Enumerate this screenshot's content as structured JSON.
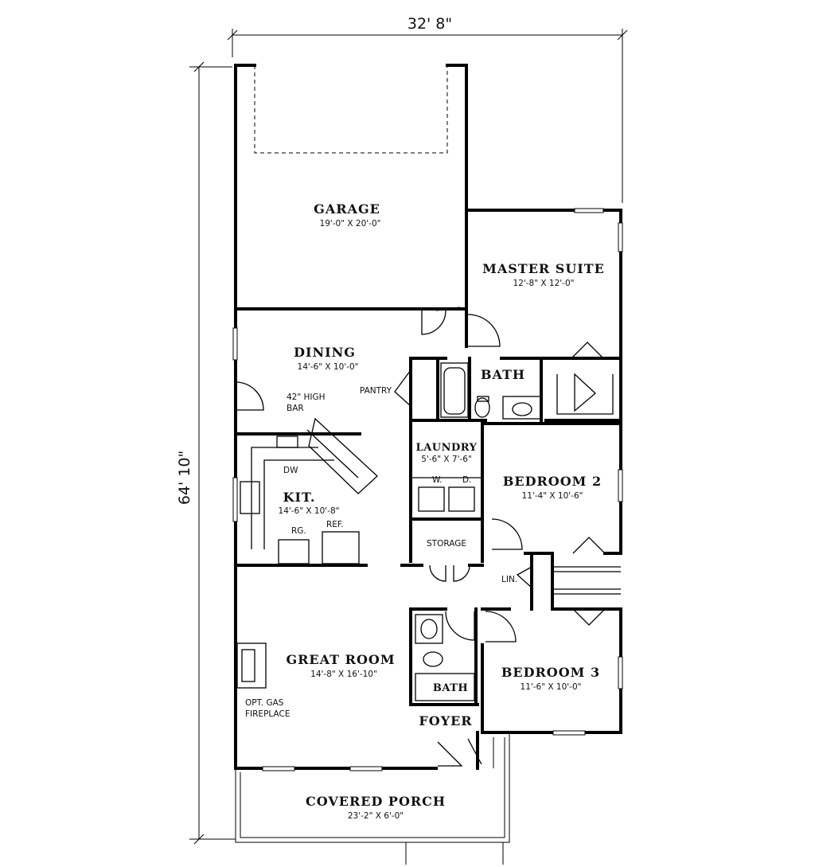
{
  "overall_dimensions": {
    "width": "32' 8\"",
    "depth": "64' 10\""
  },
  "rooms": {
    "garage": {
      "name": "GARAGE",
      "size": "19'-0\" X 20'-0\""
    },
    "master_suite": {
      "name": "MASTER SUITE",
      "size": "12'-8\" X 12'-0\""
    },
    "dining": {
      "name": "DINING",
      "size": "14'-6\" X 10'-0\""
    },
    "master_bath": {
      "name": "BATH"
    },
    "kitchen": {
      "name": "KIT.",
      "size": "14'-6\" X 10'-8\""
    },
    "laundry": {
      "name": "LAUNDRY",
      "size": "5'-6\" X 7'-6\""
    },
    "bedroom2": {
      "name": "BEDROOM 2",
      "size": "11'-4\" X 10'-6\""
    },
    "storage": {
      "name": "STORAGE"
    },
    "great_room": {
      "name": "GREAT ROOM",
      "size": "14'-8\" X 16'-10\""
    },
    "bath2": {
      "name": "BATH"
    },
    "bedroom3": {
      "name": "BEDROOM 3",
      "size": "11'-6\" X 10'-0\""
    },
    "foyer": {
      "name": "FOYER"
    },
    "covered_porch": {
      "name": "COVERED PORCH",
      "size": "23'-2\" X 6'-0\""
    }
  },
  "labels": {
    "pantry": "PANTRY",
    "bar_line1": "42\" HIGH",
    "bar_line2": "BAR",
    "dw": "DW",
    "rg": "RG.",
    "ref": "REF.",
    "washer": "W.",
    "dryer": "D.",
    "linen": "LIN.",
    "fireplace_line1": "OPT. GAS",
    "fireplace_line2": "FIREPLACE"
  }
}
